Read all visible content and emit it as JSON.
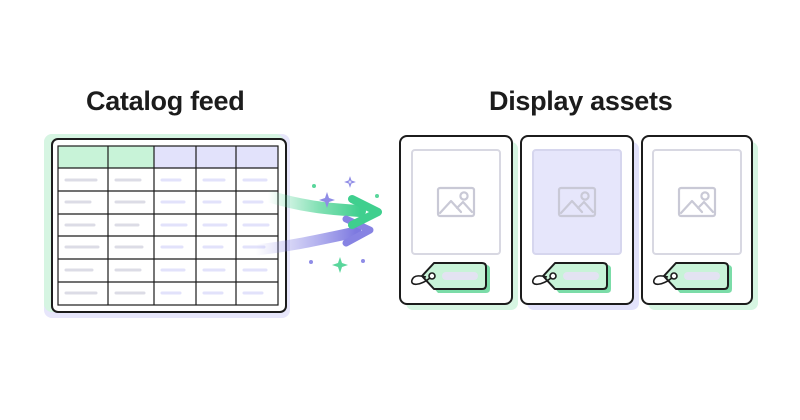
{
  "headings": {
    "left": "Catalog feed",
    "right": "Display assets"
  },
  "icons": {
    "transform": "arrow-icon",
    "sparkles": "sparkle-icon",
    "asset_image": "image-placeholder-icon",
    "price_tag": "price-tag-icon"
  },
  "colors": {
    "ink": "#1c1c1c",
    "mint": "#c8f3d8",
    "mint_accent": "#59d69b",
    "lavender": "#e2e2fb",
    "lavender_accent": "#8f8ce6"
  },
  "catalog_table": {
    "columns": 5,
    "rows": 6,
    "header_fill": [
      "mint",
      "mint",
      "lavender",
      "lavender",
      "lavender"
    ]
  },
  "asset_cards": [
    {
      "image_fill": "white",
      "shadow": "mint"
    },
    {
      "image_fill": "lavender",
      "shadow": "lavender"
    },
    {
      "image_fill": "white",
      "shadow": "mint"
    }
  ]
}
